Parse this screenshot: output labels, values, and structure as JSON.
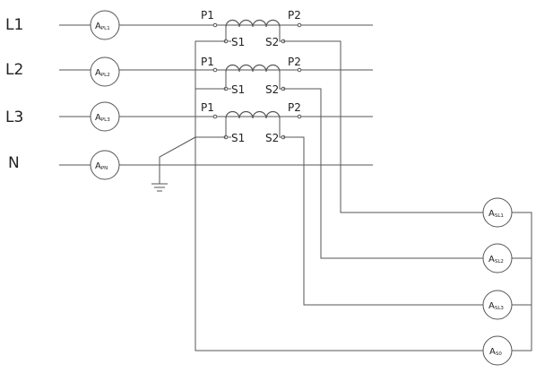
{
  "phases": [
    "L1",
    "L2",
    "L3",
    "N"
  ],
  "transformers": [
    {
      "p1": "P1",
      "p2": "P2",
      "s1": "S1",
      "s2": "S2"
    },
    {
      "p1": "P1",
      "p2": "P2",
      "s1": "S1",
      "s2": "S2"
    },
    {
      "p1": "P1",
      "p2": "P2",
      "s1": "S1",
      "s2": "S2"
    }
  ],
  "line_meters": [
    {
      "main": "A",
      "sub": "PL1"
    },
    {
      "main": "A",
      "sub": "PL2"
    },
    {
      "main": "A",
      "sub": "PL3"
    },
    {
      "main": "A",
      "sub": "PN"
    }
  ],
  "secondary_meters": [
    {
      "main": "A",
      "sub": "SL1"
    },
    {
      "main": "A",
      "sub": "SL2"
    },
    {
      "main": "A",
      "sub": "SL3"
    },
    {
      "main": "A",
      "sub": "S0"
    }
  ]
}
